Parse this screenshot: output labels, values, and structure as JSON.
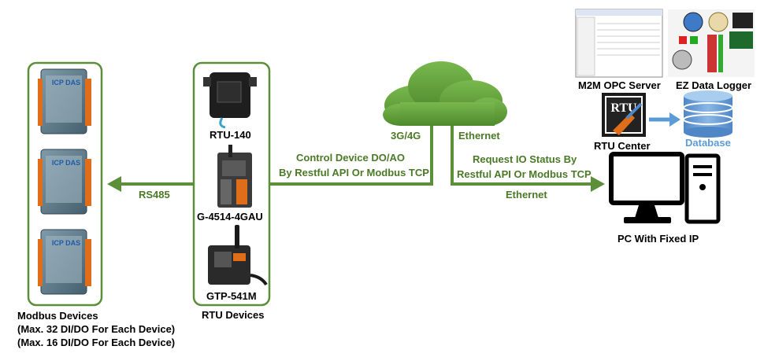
{
  "modbus": {
    "title": "Modbus Devices",
    "line1": "(Max. 32 DI/DO For Each Device)",
    "line2": "(Max. 16 DI/DO For Each Device)"
  },
  "rtu_devices": {
    "title": "RTU Devices",
    "rtu140": "RTU-140",
    "g4514": "G-4514-4GAU",
    "gtp541m": "GTP-541M"
  },
  "links": {
    "rs485": "RS485",
    "control_line1": "Control Device DO/AO",
    "control_line2": "By Restful API Or Modbus TCP",
    "net_3g4g": "3G/4G",
    "ethernet_top": "Ethernet",
    "request_line1": "Request IO Status By",
    "request_line2": "Restful API Or Modbus TCP",
    "ethernet_bottom": "Ethernet"
  },
  "software": {
    "m2m": "M2M OPC Server",
    "ez": "EZ Data Logger",
    "rtu_center": "RTU Center",
    "rtu_logo": "RTU",
    "database": "Database"
  },
  "pc": {
    "label": "PC With Fixed IP"
  },
  "device_brand": "ICP DAS"
}
